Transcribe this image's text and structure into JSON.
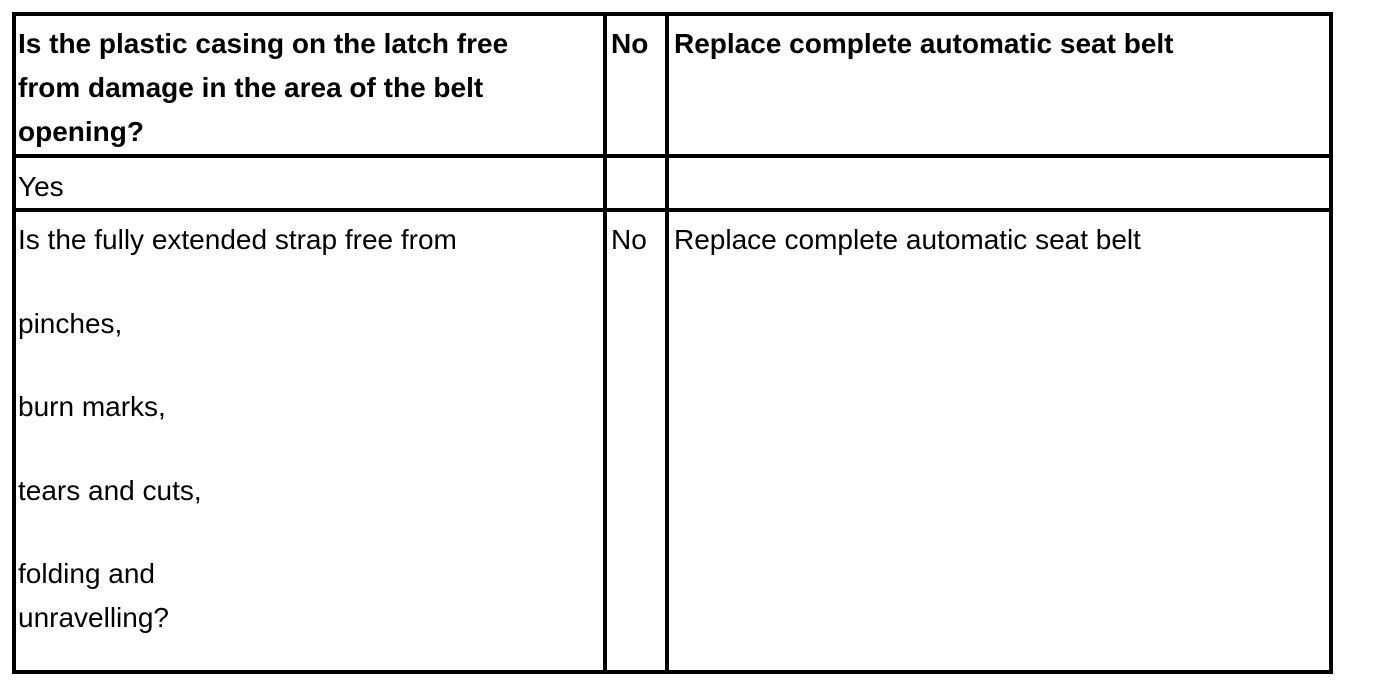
{
  "rows": [
    {
      "question_lines": [
        "Is the plastic casing on the latch free",
        "from damage in the area of the belt",
        "opening?"
      ],
      "answer": "No",
      "action": "Replace complete automatic seat belt"
    },
    {
      "question_lines": [
        "Yes"
      ],
      "answer": "",
      "action": ""
    },
    {
      "question_lines": [
        "Is the fully extended strap free from",
        "pinches,",
        "burn marks,",
        "tears and cuts,",
        "folding and",
        "unravelling?"
      ],
      "answer": "No",
      "action": "Replace complete automatic seat belt"
    }
  ]
}
